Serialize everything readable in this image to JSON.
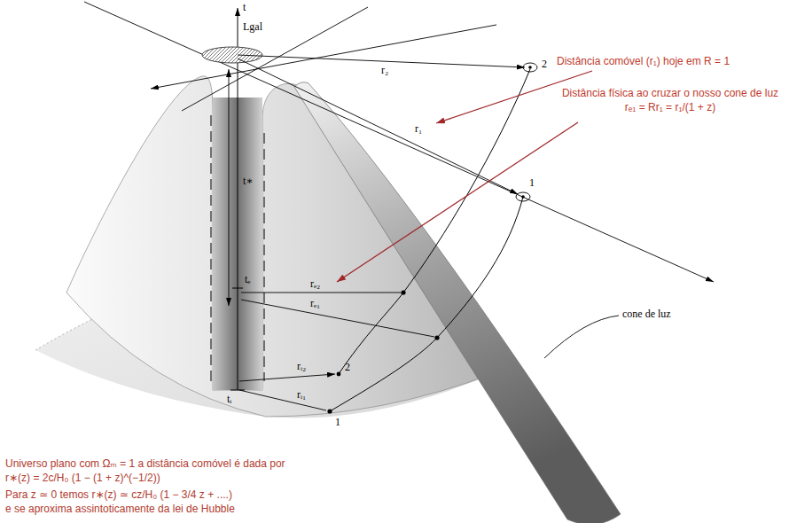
{
  "diagram": {
    "labels": [
      "t",
      "Lgal",
      "r₂",
      "2",
      "Distância comóvel (r₁) hoje em R = 1",
      "r₁",
      "Distância física ao cruzar o nosso cone de luz rₑ₁ = Rr₁ = r₁/(1 + z)",
      "1",
      "t∗",
      "tₑ",
      "rₑ₂",
      "rₑ₁",
      "cone de luz",
      "rᵢ₂",
      "2",
      "tᵢ",
      "rᵢ₁",
      "1",
      "Universo plano com Ωₘ = 1 a distância comóvel é dada por r∗(z) = 2c/H₀ (1 − (1 + z)^(−1/2))",
      "Para z ≃ 0 temos r∗(z) ≃ cz/H₀ (1 − 3/4 z + ....)",
      "e se aproxima assintoticamente da lei de Hubble"
    ]
  }
}
